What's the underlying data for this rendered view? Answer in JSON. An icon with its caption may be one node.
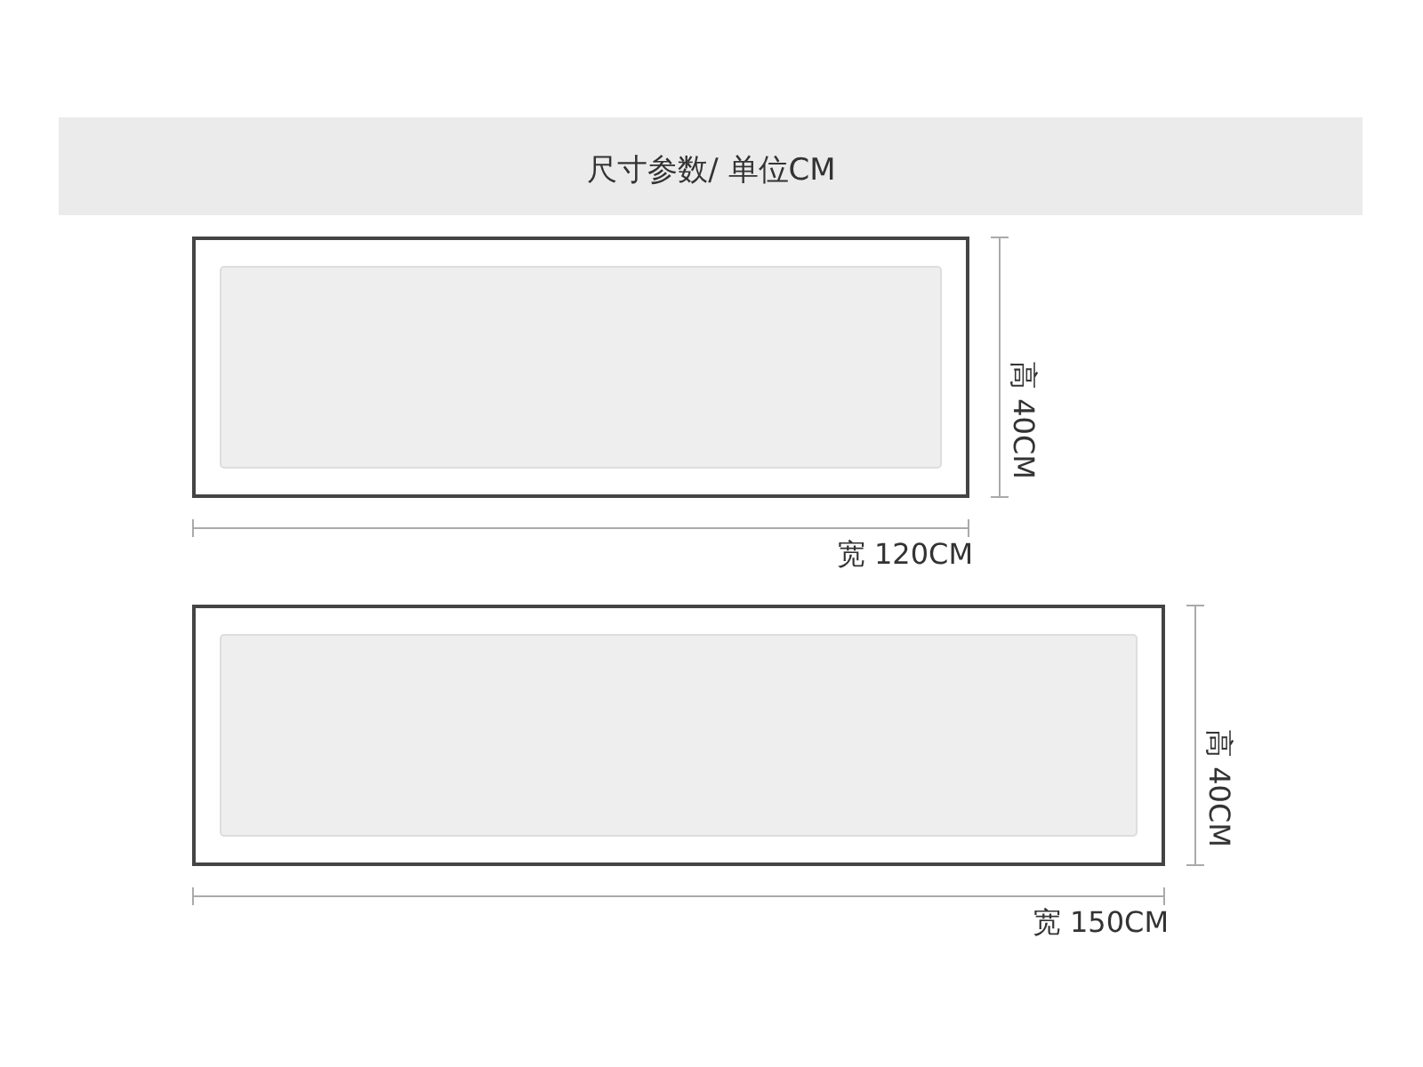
{
  "diagram": {
    "title": "尺寸参数/ 单位CM",
    "labels": [
      "高 40CM",
      "宽 120CM",
      "高 40CM",
      "宽 150CM"
    ]
  }
}
